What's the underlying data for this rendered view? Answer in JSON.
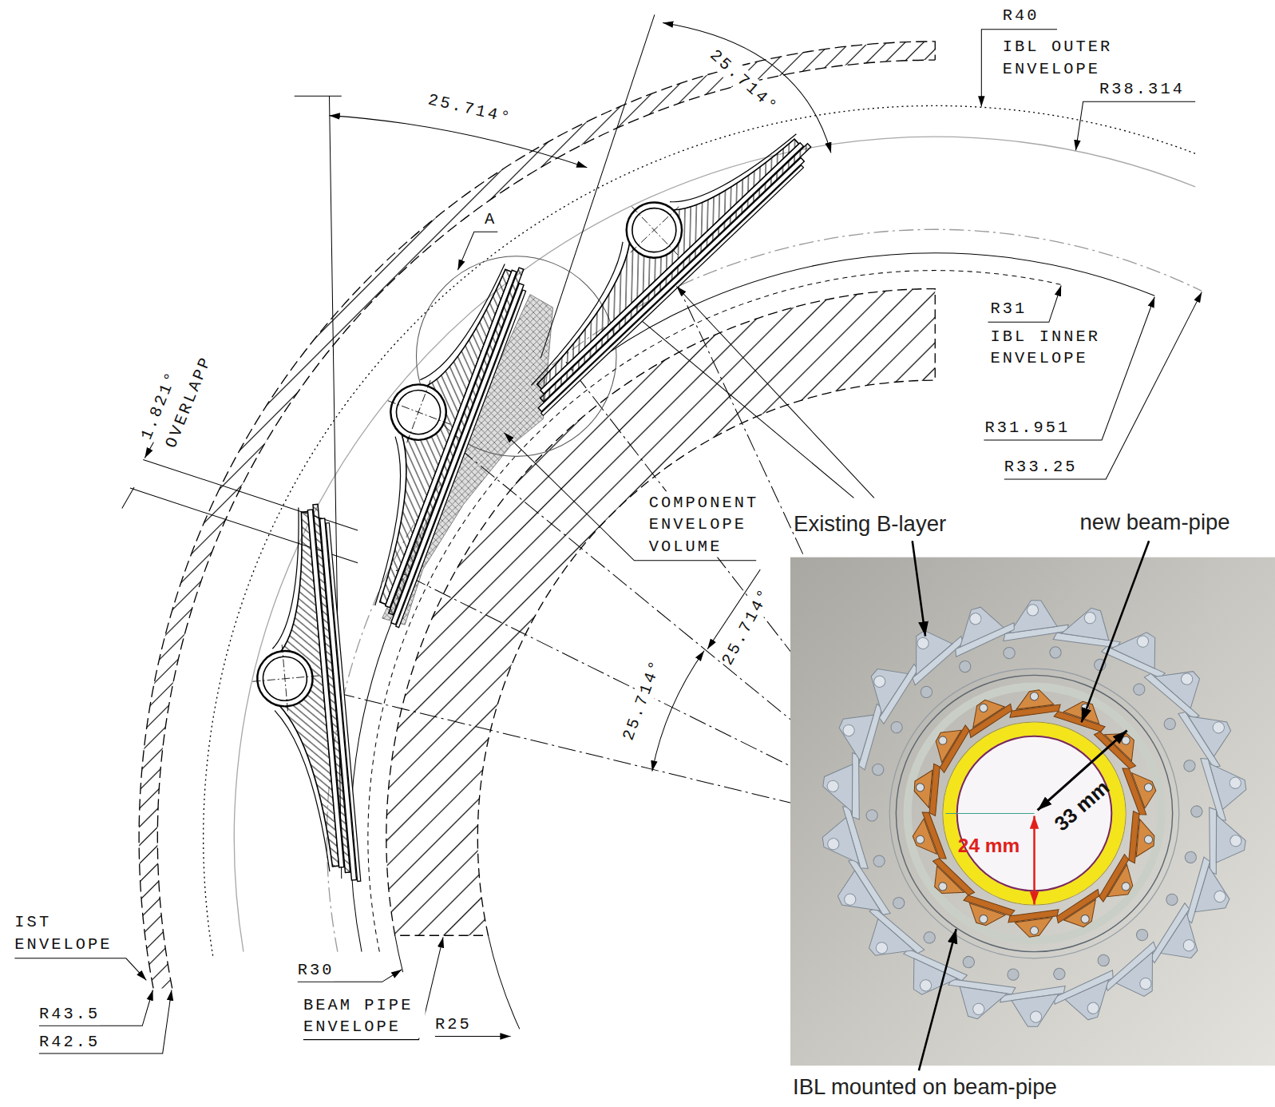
{
  "diagram": {
    "labels": [
      "R40",
      "IBL OUTER ENVELOPE",
      "R38.314",
      "25.714°",
      "25.714°",
      "A",
      "R31",
      "IBL INNER ENVELOPE",
      "R31.951",
      "R33.25",
      "1.821°",
      "OVERLAPP",
      "COMPONENT ENVELOPE VOLUME",
      "25.714°",
      "25.714°",
      "IST ENVELOPE",
      "R43.5",
      "R42.5",
      "R30",
      "BEAM PIPE ENVELOPE",
      "R25",
      "Existing B-layer",
      "new beam-pipe",
      "33 mm",
      "24 mm",
      "IBL mounted on beam-pipe"
    ]
  }
}
